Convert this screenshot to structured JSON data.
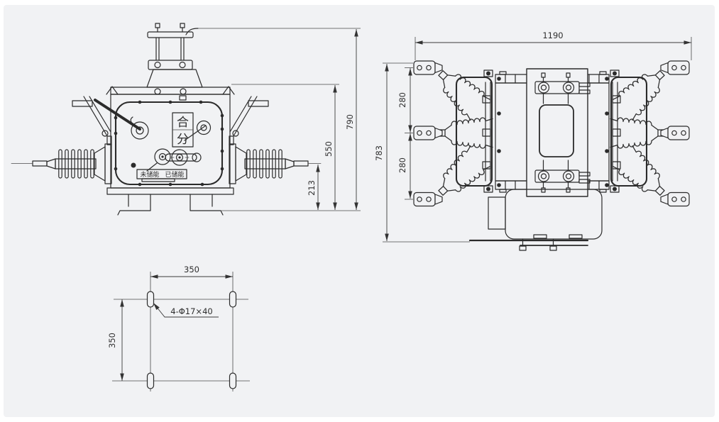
{
  "drawing": {
    "front_view": {
      "dim_overall_height": "790",
      "dim_mid_height": "550",
      "dim_lower_height": "213",
      "close_char": "合",
      "open_char": "分",
      "uncharged_label": "未储能",
      "charged_label": "已储能"
    },
    "top_view": {
      "dim_overall_width": "1190",
      "dim_overall_depth": "783",
      "dim_phase_gap_top": "280",
      "dim_phase_gap_bottom": "280"
    },
    "mounting_view": {
      "dim_width": "350",
      "dim_height": "350",
      "hole_callout": "4-Φ17×40"
    },
    "colors": {
      "background": "#f1f2f4",
      "line": "#2b2b2b",
      "dimension": "#3a3a3a"
    }
  }
}
